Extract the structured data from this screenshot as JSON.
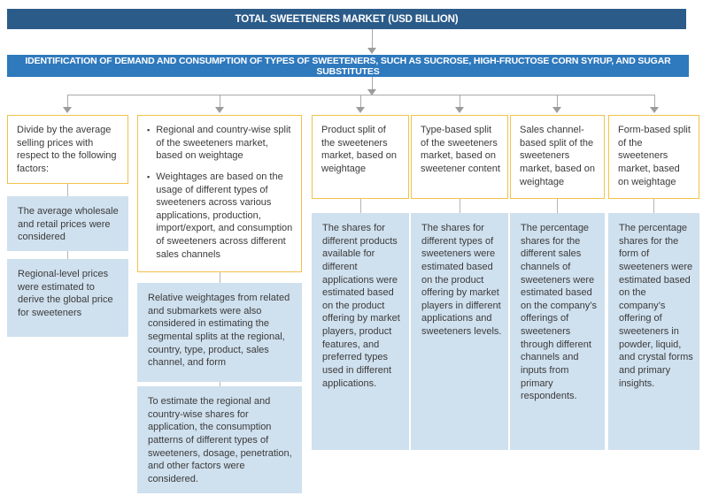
{
  "top_bar": {
    "label": "TOTAL SWEETENERS MARKET (USD BILLION)",
    "bg": "#2B5B89"
  },
  "identification_bar": {
    "label": "IDENTIFICATION OF DEMAND AND CONSUMPTION OF TYPES OF SWEETENERS, SUCH AS SUCROSE, HIGH-FRUCTOSE CORN SYRUP, AND SUGAR SUBSTITUTES",
    "bg": "#2F79BD"
  },
  "colors": {
    "bar_top": "#2B5B89",
    "bar_identification": "#2F79BD",
    "header_box_border": "#F1C24B",
    "note_box_fill": "#CFE0EE",
    "connector_gray": "#A9A9A9",
    "text": "#3B3B3B"
  },
  "icons": {
    "bullet_char": "▪"
  },
  "columns": [
    {
      "header": {
        "text": "Divide by the average selling prices with respect to the following factors:"
      },
      "notes": [
        "The average wholesale and retail prices were considered",
        "Regional-level prices were estimated to derive the global price for sweeteners"
      ]
    },
    {
      "header": {
        "bullets": [
          "Regional and country-wise split of the sweeteners market, based on weightage",
          "Weightages are based on the usage of different types of sweeteners across various applications, production, import/export, and consumption of sweeteners across different sales channels"
        ]
      },
      "notes": [
        "Relative weightages from related and submarkets were also considered in estimating the segmental splits at the regional, country, type, product, sales channel, and form",
        "To estimate the regional and country-wise shares for application, the consumption patterns of different types of sweeteners, dosage, penetration, and other factors were considered."
      ]
    },
    {
      "header": {
        "text": "Product split of the sweeteners market, based on weightage"
      },
      "notes": [
        "The shares for different products available for different applications were estimated based on the product offering by market players, product features, and preferred types used in different applications."
      ]
    },
    {
      "header": {
        "text": "Type-based split of the sweeteners market, based on sweetener content"
      },
      "notes": [
        "The shares for different types of sweeteners were estimated based on the product offering by market players in different applications and sweeteners levels."
      ]
    },
    {
      "header": {
        "text": "Sales channel-based split of the sweeteners market, based on weightage"
      },
      "notes": [
        "The percentage shares for the different sales channels of sweeteners were estimated based on the company’s offerings of sweeteners through different channels and inputs from primary respondents."
      ]
    },
    {
      "header": {
        "text": "Form-based split of the sweeteners market, based on weightage"
      },
      "notes": [
        "The percentage shares for the form of sweeteners were estimated based on the company’s offering of sweeteners in powder, liquid, and crystal forms and primary insights."
      ]
    }
  ]
}
